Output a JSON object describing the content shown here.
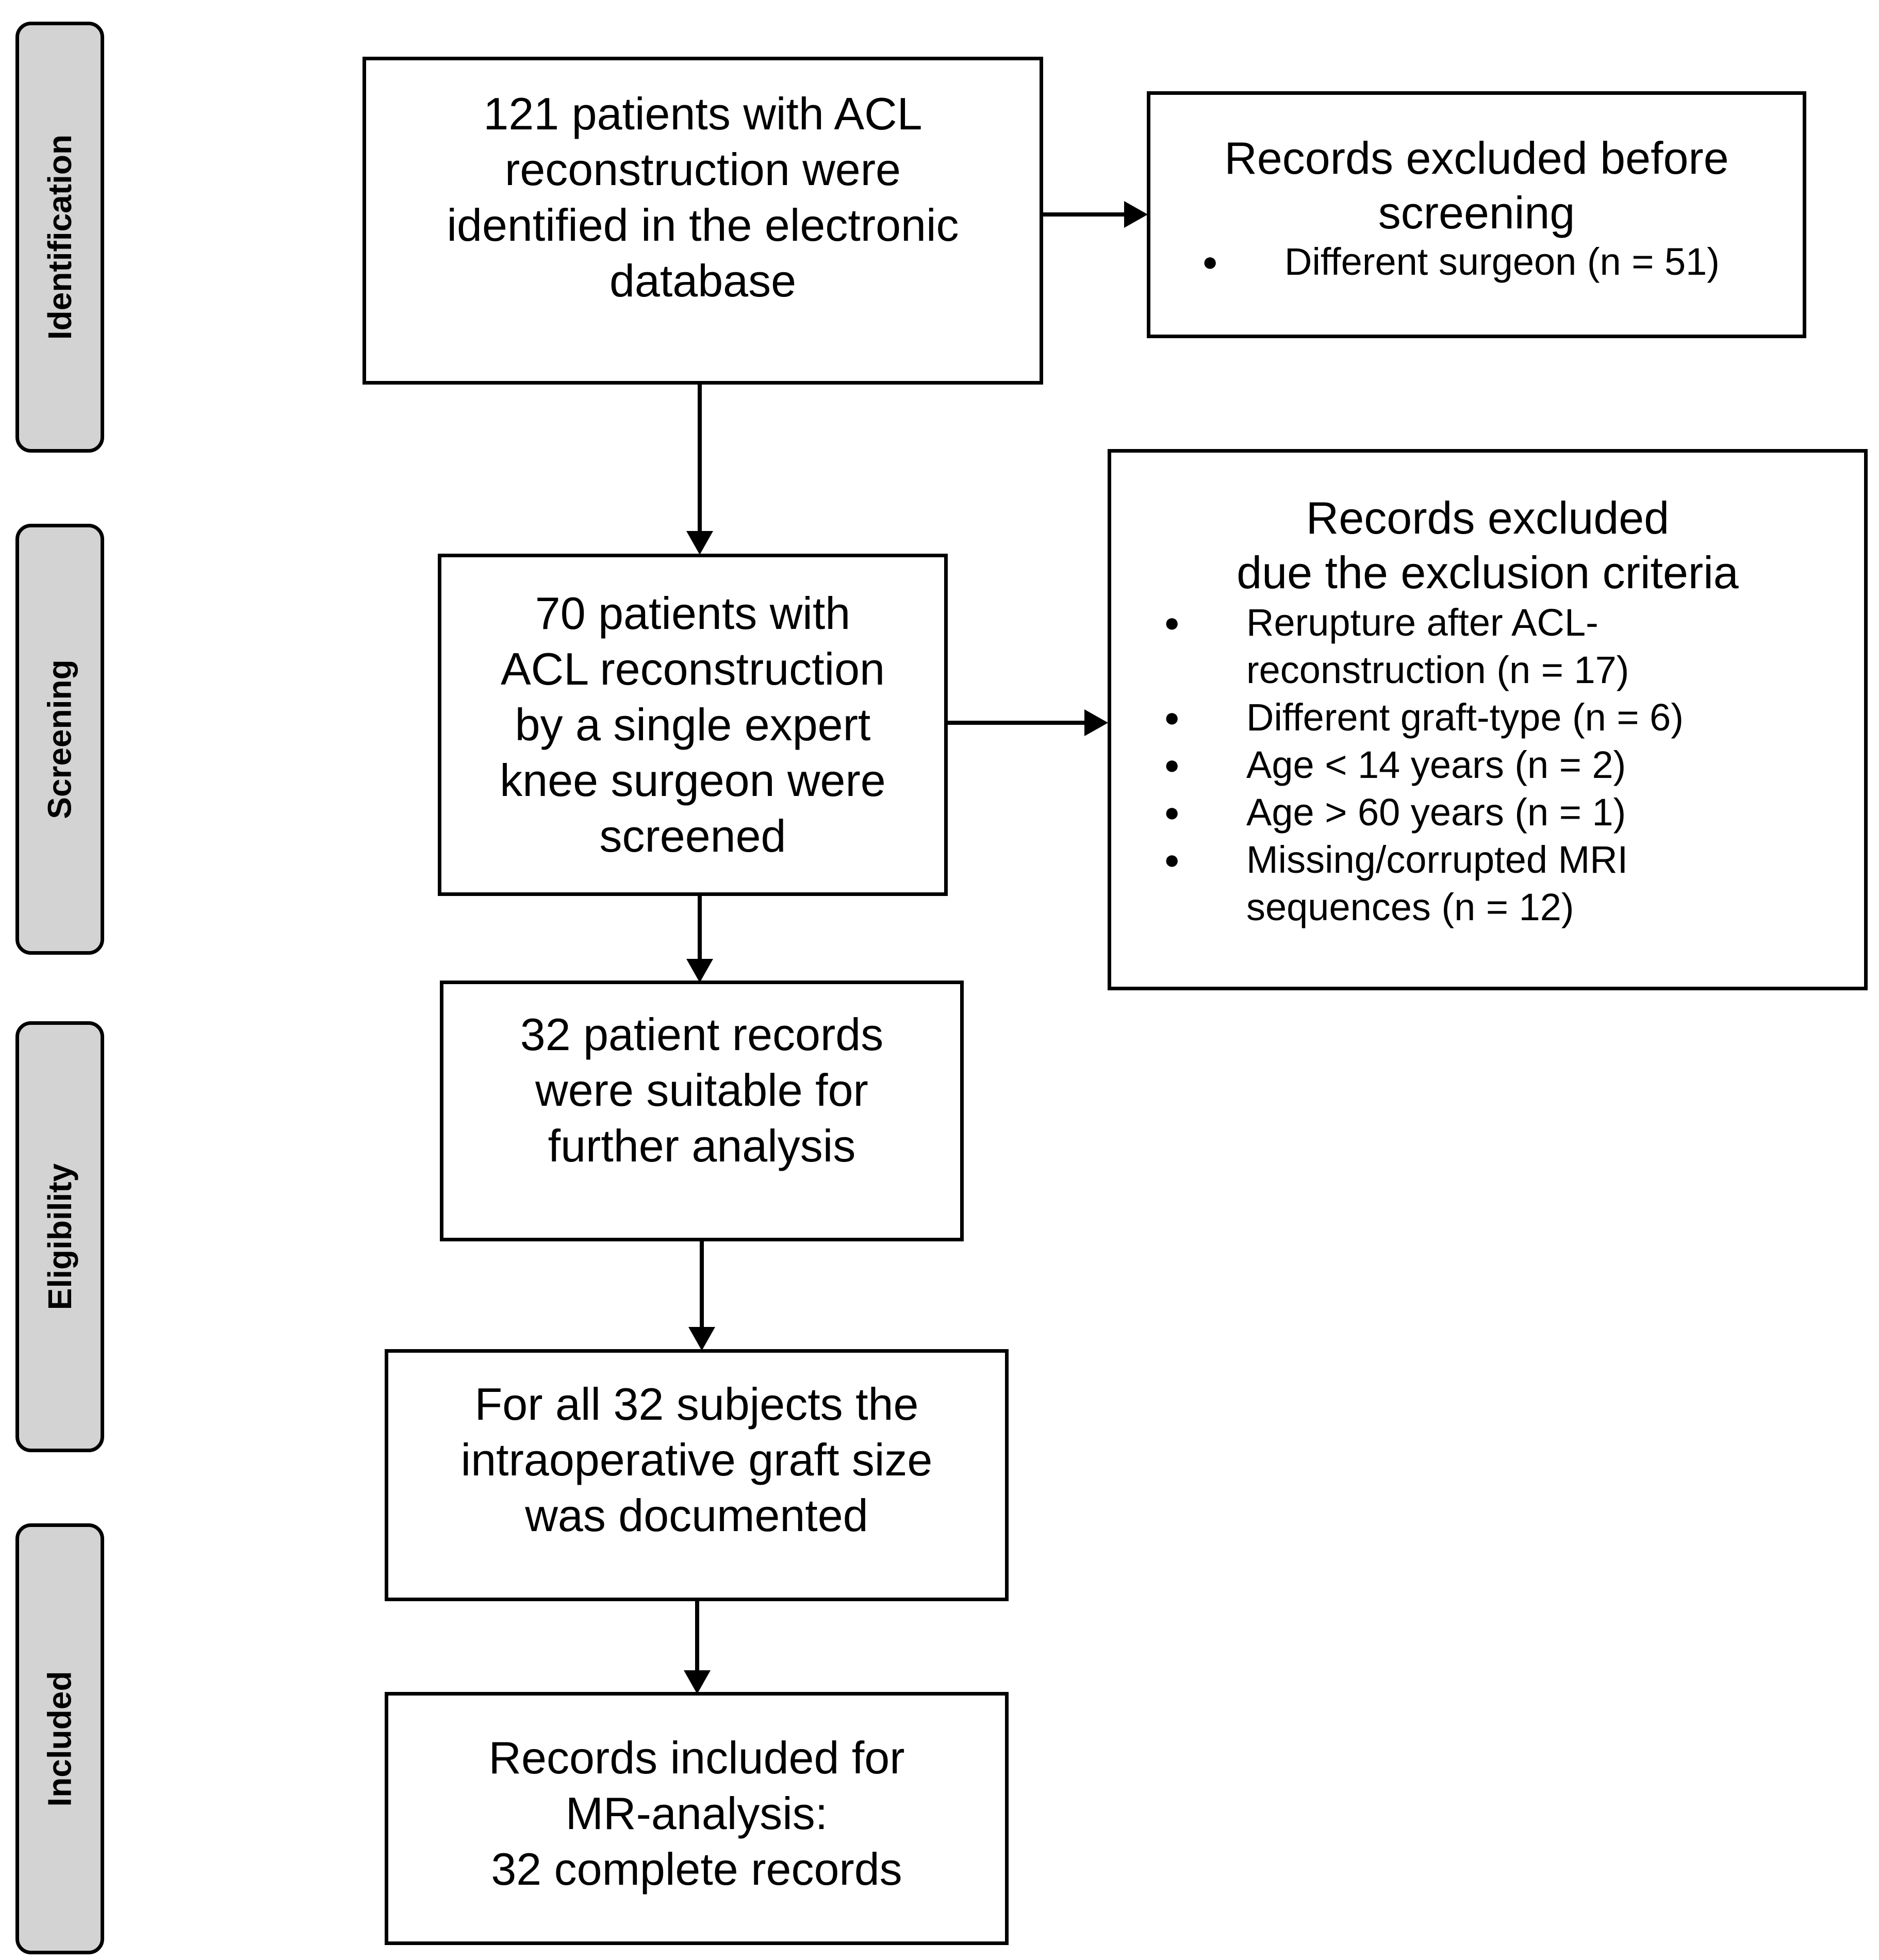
{
  "stages": {
    "identification": "Identification",
    "screening": "Screening",
    "eligibility": "Eligibility",
    "included": "Included"
  },
  "boxes": {
    "identified": [
      "121 patients with ACL",
      "reconstruction were",
      "identified in the electronic",
      "database"
    ],
    "screened": [
      "70 patients with",
      "ACL reconstruction",
      "by a single expert",
      "knee surgeon were",
      "screened"
    ],
    "suitable": [
      "32 patient records",
      "were suitable for",
      "further analysis"
    ],
    "graft_size": [
      "For all 32 subjects the",
      "intraoperative graft size",
      "was documented"
    ],
    "included": [
      "Records included for",
      "MR-analysis:",
      "32 complete records"
    ]
  },
  "exclusion_before": {
    "title": [
      "Records excluded before",
      "screening"
    ],
    "items": [
      [
        "Different surgeon (n = 51)"
      ]
    ]
  },
  "exclusion_criteria": {
    "title": [
      "Records excluded",
      "due the exclusion criteria"
    ],
    "items": [
      [
        "Rerupture after ACL-",
        "reconstruction (n = 17)"
      ],
      [
        "Different graft-type (n = 6)"
      ],
      [
        "Age < 14 years (n = 2)"
      ],
      [
        "Age > 60 years (n = 1)"
      ],
      [
        "Missing/corrupted MRI",
        "sequences (n = 12)"
      ]
    ]
  }
}
